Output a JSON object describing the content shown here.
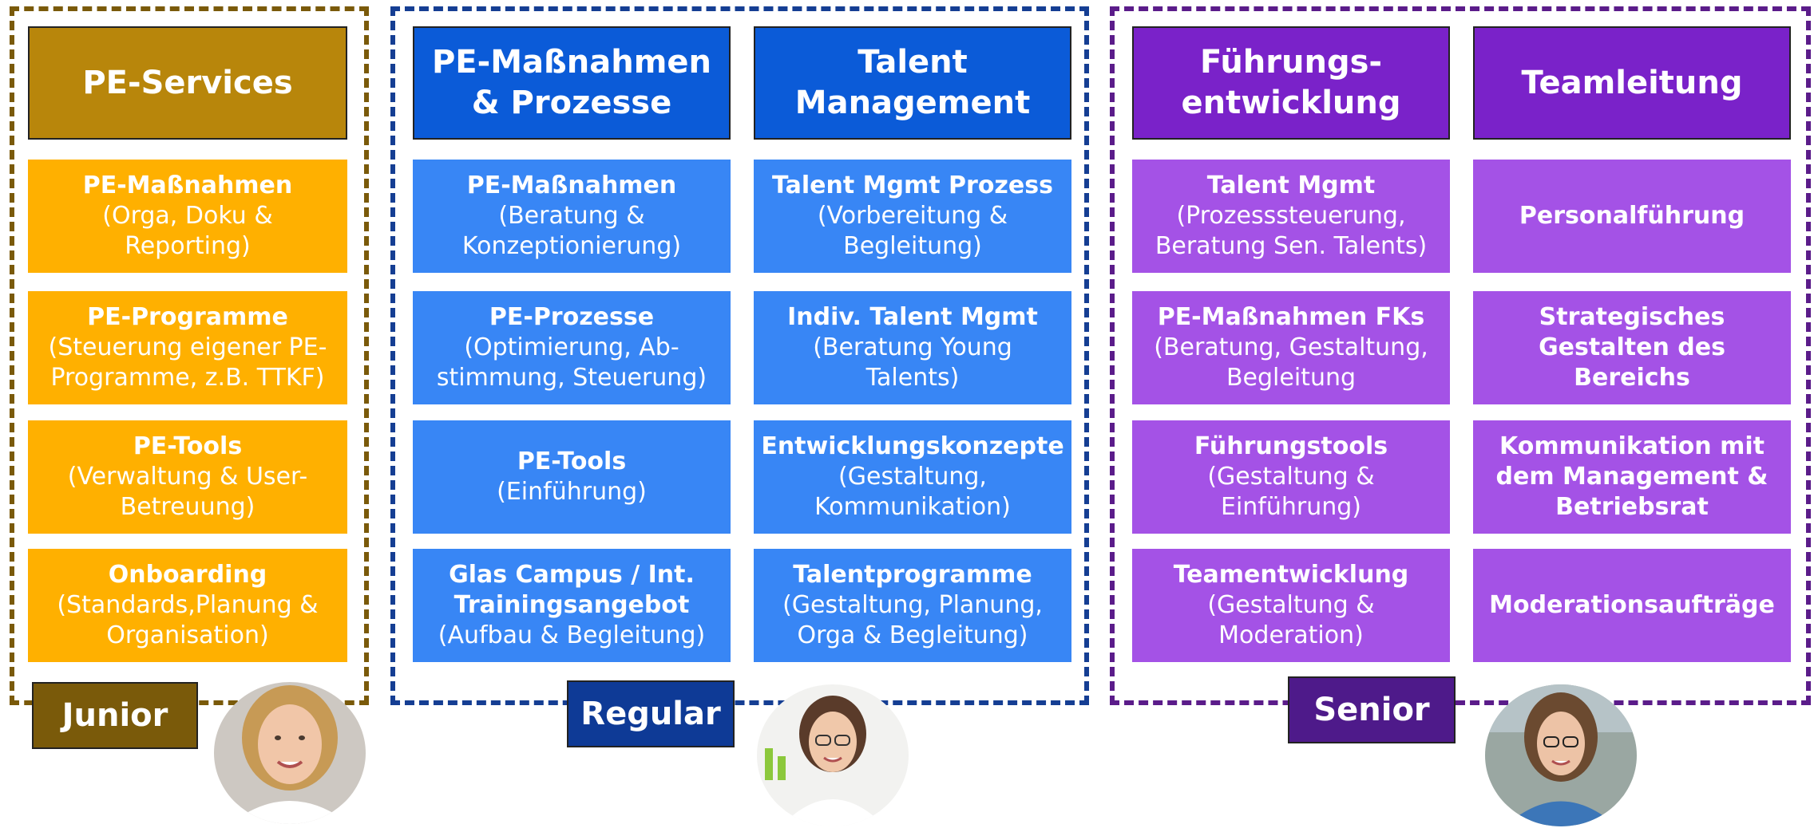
{
  "colors": {
    "junior_header": "#B8860B",
    "junior_item": "#FFB000",
    "junior_frame": "#7A5A0A",
    "junior_label": "#7A5A0A",
    "regular_header": "#0B5BD8",
    "regular_item": "#3886F5",
    "regular_frame": "#153E93",
    "regular_label": "#0E3A96",
    "senior_header": "#7A22C9",
    "senior_item": "#A452E6",
    "senior_frame": "#5B1C8A",
    "senior_label": "#4E1A8A"
  },
  "columns": [
    {
      "header": "PE-Services",
      "items": [
        {
          "title": "PE-Maßnahmen",
          "desc": "(Orga, Doku &\nReporting)"
        },
        {
          "title": "PE-Programme",
          "desc": "(Steuerung eigener PE-\nProgramme, z.B. TTKF)"
        },
        {
          "title": "PE-Tools",
          "desc": "(Verwaltung & User-\nBetreuung)"
        },
        {
          "title": "Onboarding",
          "desc": "(Standards,Planung &\nOrganisation)"
        }
      ]
    },
    {
      "header": "PE-Maßnahmen\n& Prozesse",
      "items": [
        {
          "title": "PE-Maßnahmen",
          "desc": "(Beratung &\nKonzeptionierung)"
        },
        {
          "title": "PE-Prozesse",
          "desc": "(Optimierung, Ab-\nstimmung, Steuerung)"
        },
        {
          "title": "PE-Tools",
          "desc": "(Einführung)"
        },
        {
          "title": "Glas Campus / Int.\nTrainingsangebot",
          "desc": "(Aufbau & Begleitung)"
        }
      ]
    },
    {
      "header": "Talent\nManagement",
      "items": [
        {
          "title": "Talent Mgmt Prozess",
          "desc": "(Vorbereitung &\nBegleitung)"
        },
        {
          "title": "Indiv. Talent Mgmt",
          "desc": "(Beratung Young\nTalents)"
        },
        {
          "title": "Entwicklungskonzepte",
          "desc": "(Gestaltung,\nKommunikation)"
        },
        {
          "title": "Talentprogramme",
          "desc": "(Gestaltung, Planung,\nOrga & Begleitung)"
        }
      ]
    },
    {
      "header": "Führungs-\nentwicklung",
      "items": [
        {
          "title": "Talent Mgmt",
          "desc": "(Prozesssteuerung,\nBeratung Sen. Talents)"
        },
        {
          "title": "PE-Maßnahmen FKs",
          "desc": "(Beratung, Gestaltung,\nBegleitung"
        },
        {
          "title": "Führungstools",
          "desc": "(Gestaltung &\nEinführung)"
        },
        {
          "title": "Teamentwicklung",
          "desc": "(Gestaltung &\nModeration)"
        }
      ]
    },
    {
      "header": "Teamleitung",
      "items": [
        {
          "title": "Personalführung",
          "desc": ""
        },
        {
          "title": "Strategisches\nGestalten des Bereichs",
          "desc": ""
        },
        {
          "title": "Kommunikation mit\ndem Management &\nBetriebsrat",
          "desc": ""
        },
        {
          "title": "Moderationsaufträge",
          "desc": ""
        }
      ]
    }
  ],
  "levels": {
    "junior": "Junior",
    "regular": "Regular",
    "senior": "Senior"
  },
  "photos": {
    "junior": "person-photo",
    "regular": "person-photo",
    "senior": "person-photo"
  }
}
